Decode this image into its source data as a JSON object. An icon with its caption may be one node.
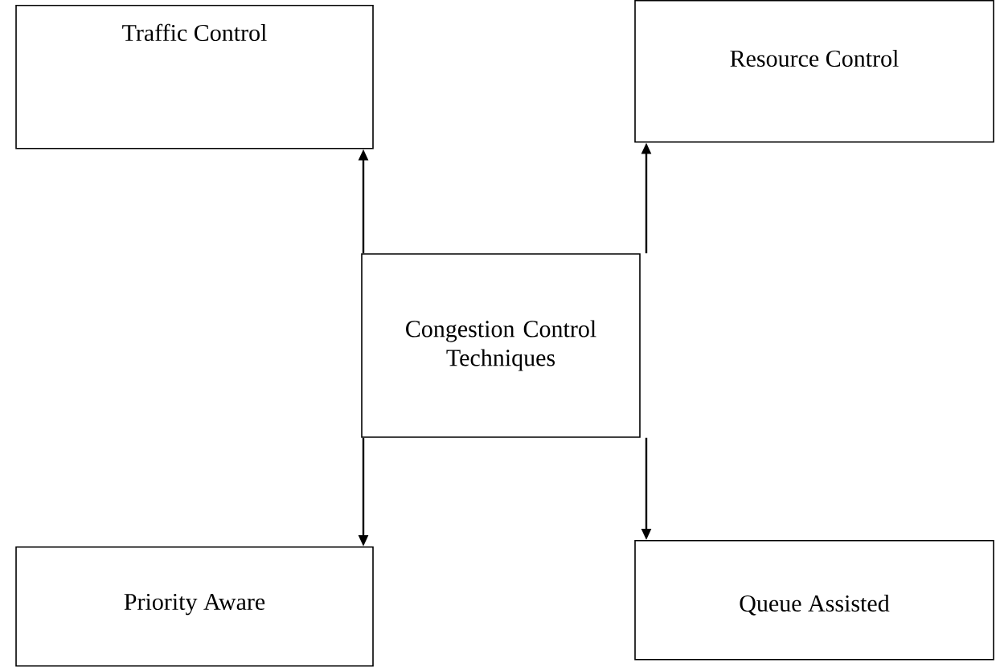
{
  "diagram": {
    "nodes": [
      {
        "text": [
          "Traffic Control"
        ]
      },
      {
        "text": [
          "Resource Control"
        ]
      },
      {
        "text": [
          "Congestion Control Techniques"
        ]
      },
      {
        "text": [
          "Priority Aware"
        ]
      },
      {
        "text": [
          "Queue Assisted"
        ]
      }
    ],
    "edges": [
      {
        "from": 2,
        "to": 0,
        "arrow": "to"
      },
      {
        "from": 2,
        "to": 1,
        "arrow": "to"
      },
      {
        "from": 2,
        "to": 3,
        "arrow": "to"
      },
      {
        "from": 2,
        "to": 4,
        "arrow": "to"
      }
    ]
  }
}
